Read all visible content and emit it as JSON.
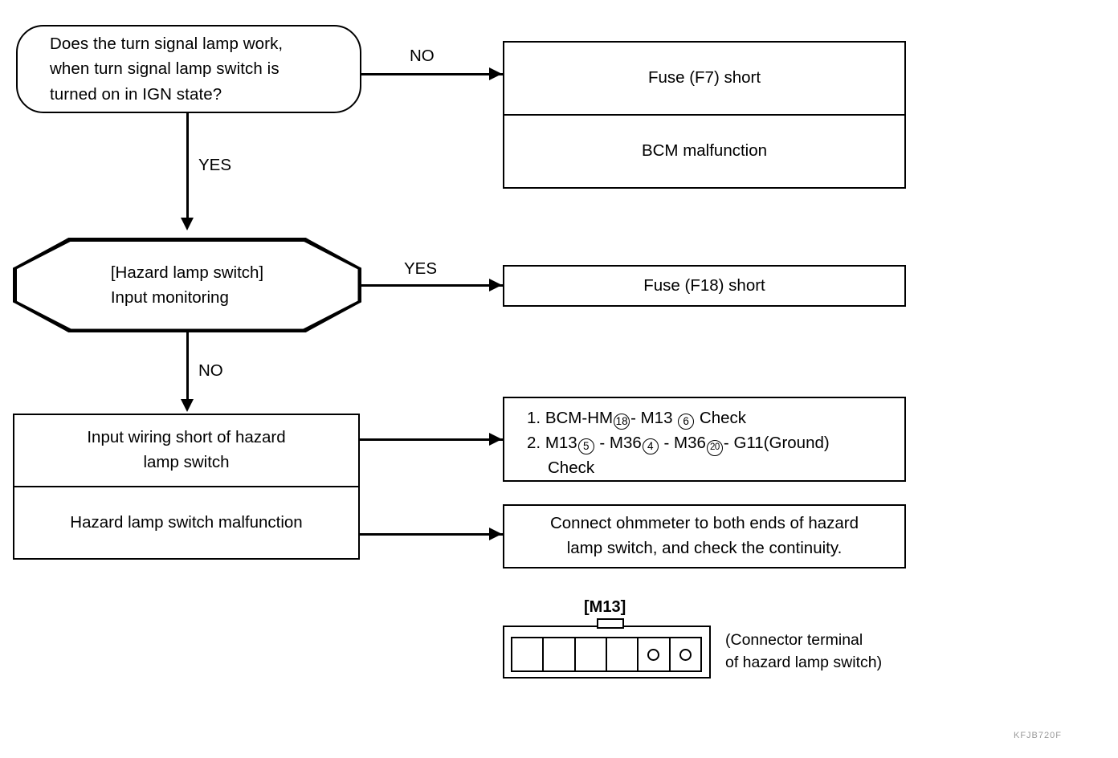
{
  "diagram": {
    "title": "Hazard lamp switch diagnostic flowchart",
    "figure_code": "KFJB720F"
  },
  "nodes": {
    "question": {
      "text": "Does the turn signal lamp work,\nwhen turn signal lamp switch is\nturned on in IGN state?"
    },
    "monitor": {
      "text": "[Hazard lamp switch]\nInput monitoring"
    },
    "causes": {
      "row1": "Input wiring short of hazard\nlamp switch",
      "row2": "Hazard lamp switch malfunction"
    },
    "result_top": {
      "row1": "Fuse (F7) short",
      "row2": "BCM malfunction"
    },
    "result_mid": {
      "row1": "Fuse (F18) short"
    },
    "check_list": {
      "item1": {
        "number": "1.",
        "seg1": "BCM-HM",
        "circle1": "18",
        "seg2": "- M13",
        "circle2": "6",
        "seg3": "Check"
      },
      "item2": {
        "number": "2.",
        "seg1": "M13",
        "circle1": "5",
        "seg2": "- M36",
        "circle2": "4",
        "seg3": "- M36",
        "circle3": "20",
        "seg4": "- G11(Ground)",
        "seg5": "Check"
      }
    },
    "ohmmeter": {
      "text": "Connect ohmmeter to both ends of hazard\nlamp switch, and check the continuity."
    }
  },
  "edges": {
    "no_top": "NO",
    "yes_down": "YES",
    "yes_mid": "YES",
    "no_down": "NO"
  },
  "connector": {
    "label": "[M13]",
    "caption": "(Connector terminal\nof hazard lamp switch)",
    "cells": [
      "",
      "",
      "",
      "",
      "pin",
      "pin"
    ]
  }
}
